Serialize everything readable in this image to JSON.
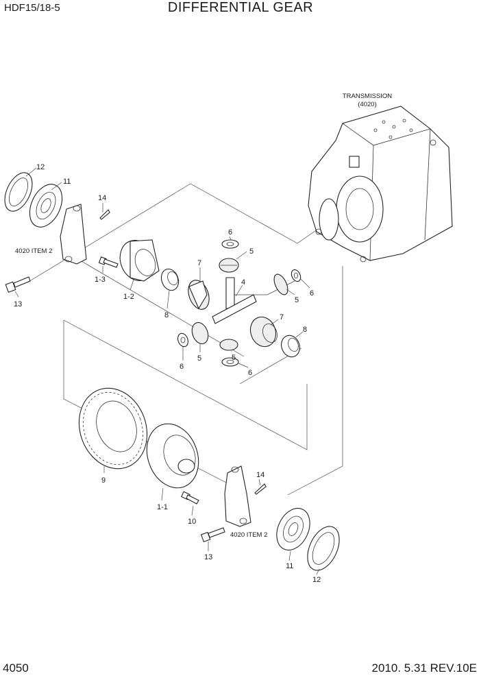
{
  "header": {
    "model": "HDF15/18-5",
    "title": "DIFFERENTIAL GEAR"
  },
  "footer": {
    "page": "4050",
    "revision": "2010. 5.31  REV.10E"
  },
  "diagram": {
    "transmission": {
      "label": "TRANSMISSION",
      "ref": "(4020)"
    },
    "references": {
      "item2_upper": "4020 ITEM 2",
      "item2_lower": "4020 ITEM 2"
    },
    "callouts": [
      {
        "id": "c12a",
        "text": "12"
      },
      {
        "id": "c11a",
        "text": "11"
      },
      {
        "id": "c14a",
        "text": "14"
      },
      {
        "id": "c13a",
        "text": "13"
      },
      {
        "id": "c13b",
        "text": "1-3"
      },
      {
        "id": "c12b",
        "text": "1-2"
      },
      {
        "id": "c8a",
        "text": "8"
      },
      {
        "id": "c7a",
        "text": "7"
      },
      {
        "id": "c6a",
        "text": "6"
      },
      {
        "id": "c5a",
        "text": "5"
      },
      {
        "id": "c4",
        "text": "4"
      },
      {
        "id": "c5b",
        "text": "5"
      },
      {
        "id": "c6b",
        "text": "6"
      },
      {
        "id": "c7b",
        "text": "7"
      },
      {
        "id": "c8b",
        "text": "8"
      },
      {
        "id": "c6c",
        "text": "6"
      },
      {
        "id": "c5c",
        "text": "5"
      },
      {
        "id": "c5d",
        "text": "5"
      },
      {
        "id": "c6d",
        "text": "6"
      },
      {
        "id": "c9",
        "text": "9"
      },
      {
        "id": "c11x",
        "text": "1-1"
      },
      {
        "id": "c10",
        "text": "10"
      },
      {
        "id": "c14b",
        "text": "14"
      },
      {
        "id": "c13c",
        "text": "13"
      },
      {
        "id": "c11b",
        "text": "11"
      },
      {
        "id": "c12c",
        "text": "12"
      }
    ]
  }
}
